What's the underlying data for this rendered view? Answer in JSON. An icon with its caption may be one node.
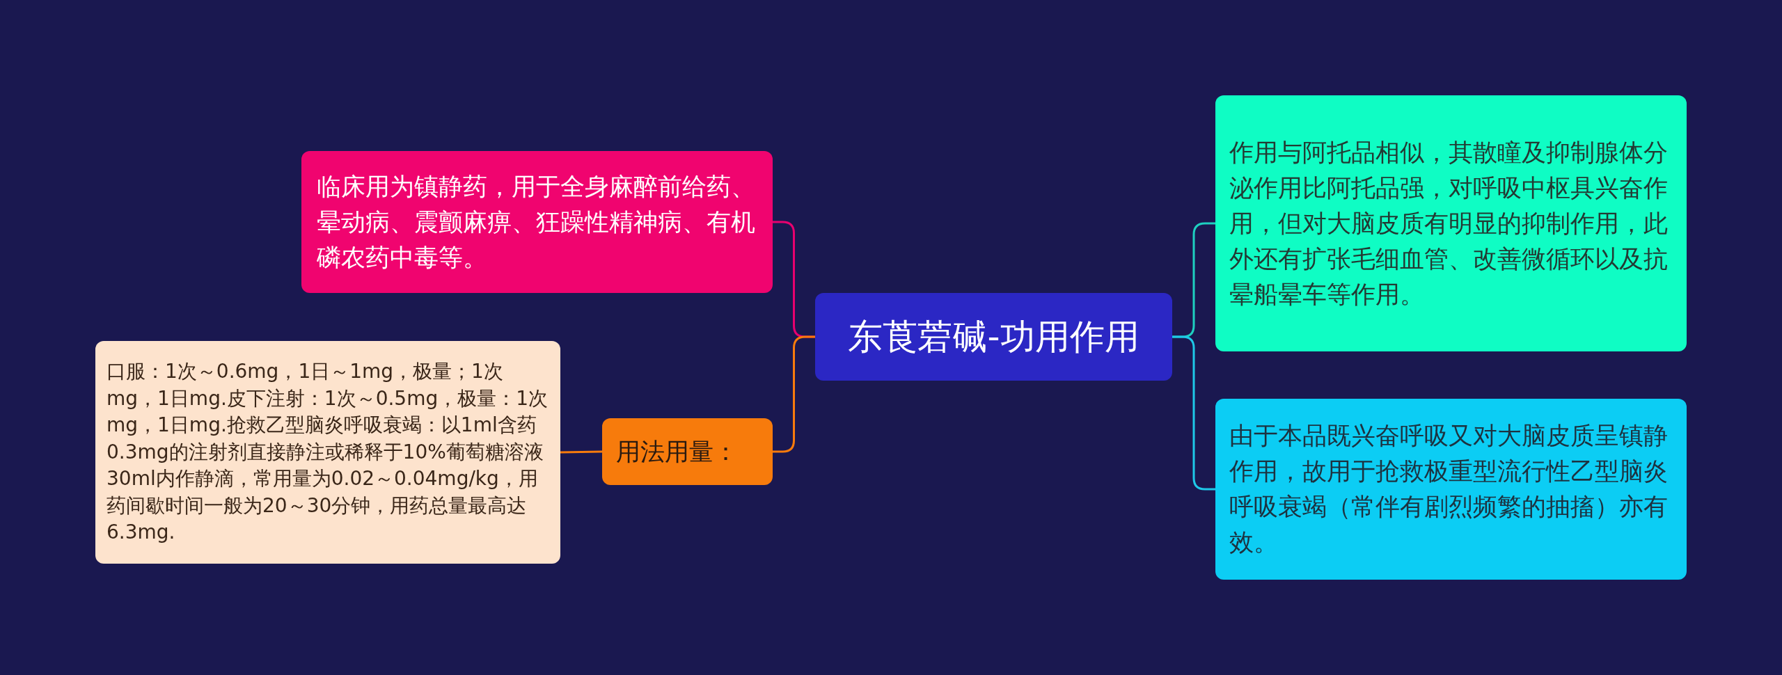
{
  "diagram": {
    "nodes": [
      {
        "text": [
          "东莨菪碱-功用作用"
        ]
      },
      {
        "text": [
          "临床用为镇静药，用于全身麻醉前给药、晕动病、震颤麻痹、狂躁性精神病、有机磷农药中毒等。"
        ]
      },
      {
        "text": [
          "用法用量："
        ]
      },
      {
        "text": [
          "口服：1次～0.6mg，1日～1mg，极量；1次mg，1日mg.皮下注射：1次～0.5mg，极量：1次mg，1日mg.抢救乙型脑炎呼吸衰竭：以1ml含药0.3mg的注射剂直接静注或稀释于10%葡萄糖溶液30ml内作静滴，常用量为0.02～0.04mg/kg，用药间歇时间一般为20～30分钟，用药总量最高达6.3mg."
        ]
      },
      {
        "text": [
          "作用与阿托品相似，其散瞳及抑制腺体分泌作用比阿托品强，对呼吸中枢具兴奋作用，但对大脑皮质有明显的抑制作用，此外还有扩张毛细血管、改善微循环以及抗晕船晕车等作用。"
        ]
      },
      {
        "text": [
          "由于本品既兴奋呼吸又对大脑皮质呈镇静作用，故用于抢救极重型流行性乙型脑炎呼吸衰竭（常伴有剧烈频繁的抽搐）亦有效。"
        ]
      }
    ],
    "edges": [
      {
        "from": 0,
        "to": 1,
        "arrow": "none",
        "color": "#e8006f"
      },
      {
        "from": 0,
        "to": 2,
        "arrow": "none",
        "color": "#f77b0c"
      },
      {
        "from": 2,
        "to": 3,
        "arrow": "none",
        "color": "#f77b0c"
      },
      {
        "from": 0,
        "to": 4,
        "arrow": "none",
        "color": "#1ecfc0"
      },
      {
        "from": 0,
        "to": 5,
        "arrow": "none",
        "color": "#1ec8e8"
      }
    ]
  }
}
